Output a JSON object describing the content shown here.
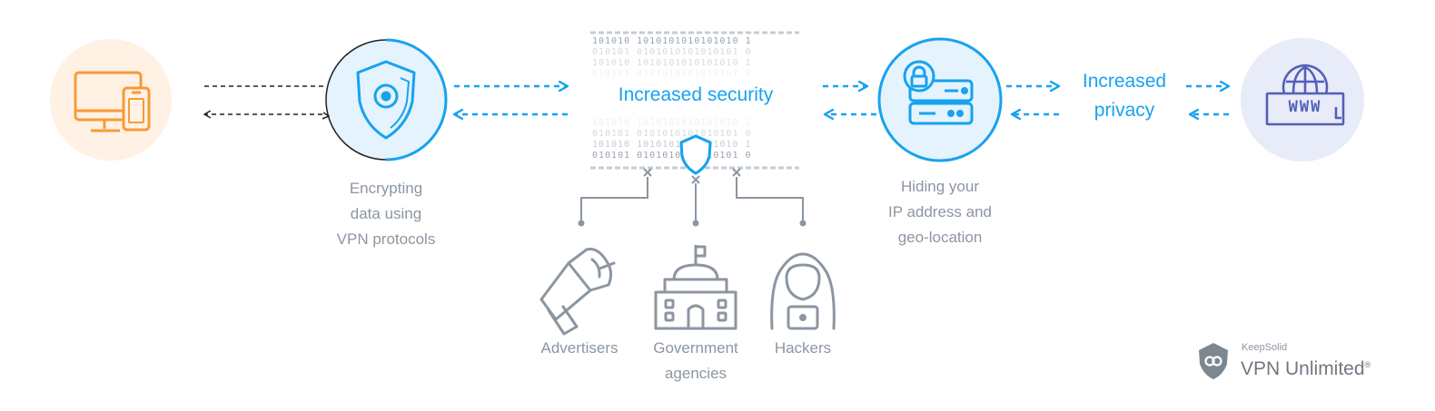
{
  "colors": {
    "accent": "#17a2f0",
    "device": "#f79a3a",
    "globe": "#5260b8",
    "caption": "#8c96a2",
    "binary_dark": "#9aa4b0",
    "binary_light": "#d5dbe2"
  },
  "labels": {
    "increased_security": "Increased security",
    "increased_privacy_line1": "Increased",
    "increased_privacy_line2": "privacy"
  },
  "captions": {
    "encrypting": [
      "Encrypting",
      "data using",
      "VPN protocols"
    ],
    "hiding": [
      "Hiding your",
      "IP address and",
      "geo-location"
    ]
  },
  "threats": {
    "advertisers": "Advertisers",
    "government_line1": "Government",
    "government_line2": "agencies",
    "hackers": "Hackers"
  },
  "binary_rows": [
    "101010 1010101010101010 1",
    "010101 0101010101010101 0",
    "101010 1010101010101010 1",
    "010101 0101010101010101 0",
    "101010 1010101010101010 1",
    "010101 0101010101010101 0",
    "101010 1010101010101010 1",
    "010101 0101010101010101 0"
  ],
  "icons": {
    "device": "computer-and-phone-icon",
    "shield": "shield-eye-icon",
    "server": "locked-server-icon",
    "www": "globe-www-icon",
    "www_text": "WWW",
    "advertiser": "megaphone-icon",
    "government": "government-building-icon",
    "hacker": "hooded-hacker-icon"
  },
  "brand": {
    "company": "KeepSolid",
    "product": "VPN Unlimited",
    "registered_mark": "®"
  }
}
